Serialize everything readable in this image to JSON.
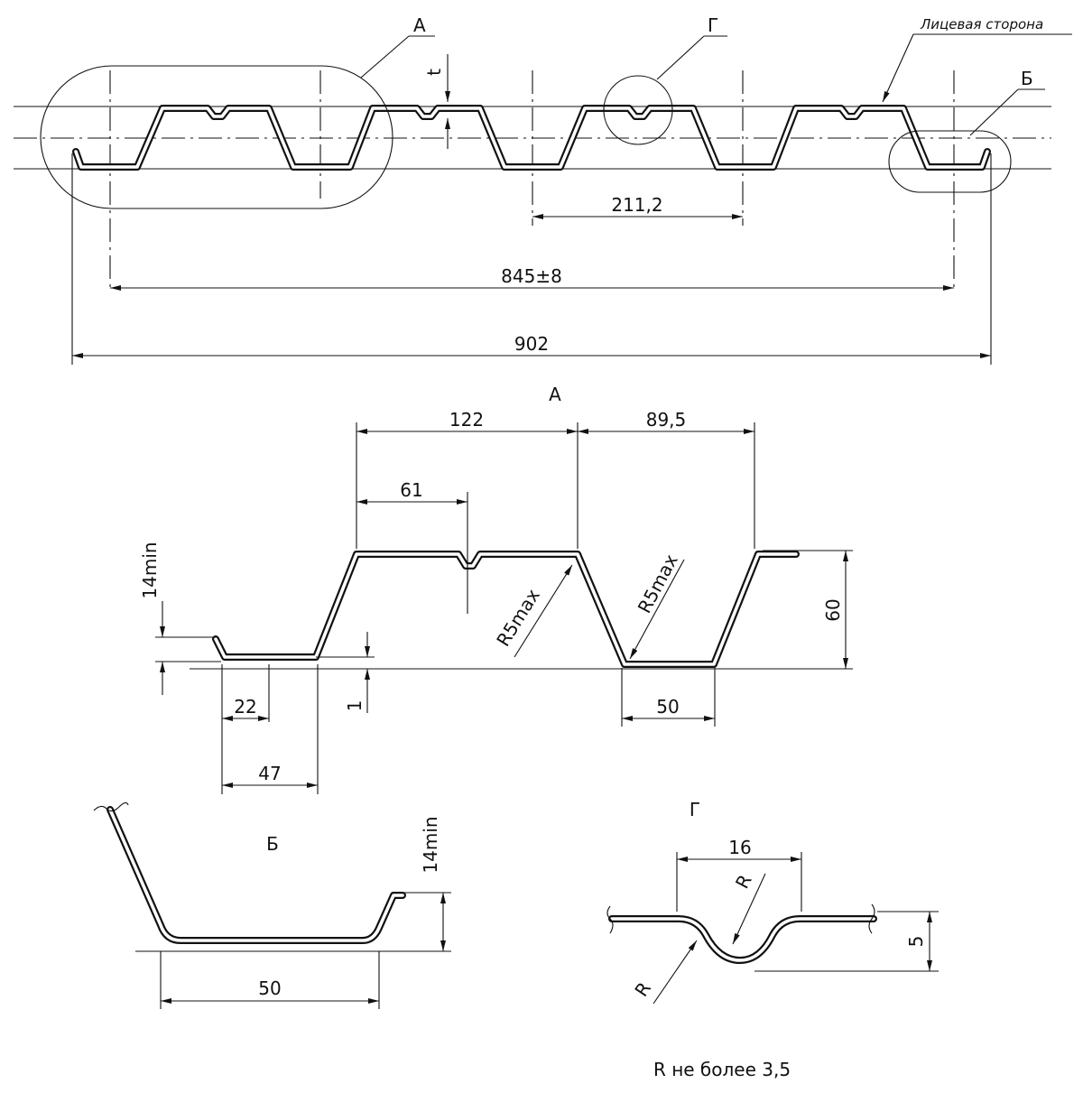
{
  "main_view": {
    "callout_a": "А",
    "callout_g": "Г",
    "callout_b": "Б",
    "face_side": "Лицевая сторона",
    "thickness": "t",
    "dim_pitch": "211,2",
    "dim_width": "845±8",
    "dim_total": "902"
  },
  "detail_a": {
    "title": "А",
    "dim_122": "122",
    "dim_89_5": "89,5",
    "dim_61": "61",
    "dim_14min": "14min",
    "dim_60": "60",
    "dim_r5max_left": "R5max",
    "dim_r5max_right": "R5max",
    "dim_1": "1",
    "dim_22": "22",
    "dim_47": "47",
    "dim_50": "50"
  },
  "detail_b": {
    "title": "Б",
    "dim_14min": "14min",
    "dim_50": "50"
  },
  "detail_g": {
    "title": "Г",
    "dim_16": "16",
    "dim_r_top": "R",
    "dim_r_bottom": "R",
    "dim_5": "5"
  },
  "note": "R не более 3,5"
}
